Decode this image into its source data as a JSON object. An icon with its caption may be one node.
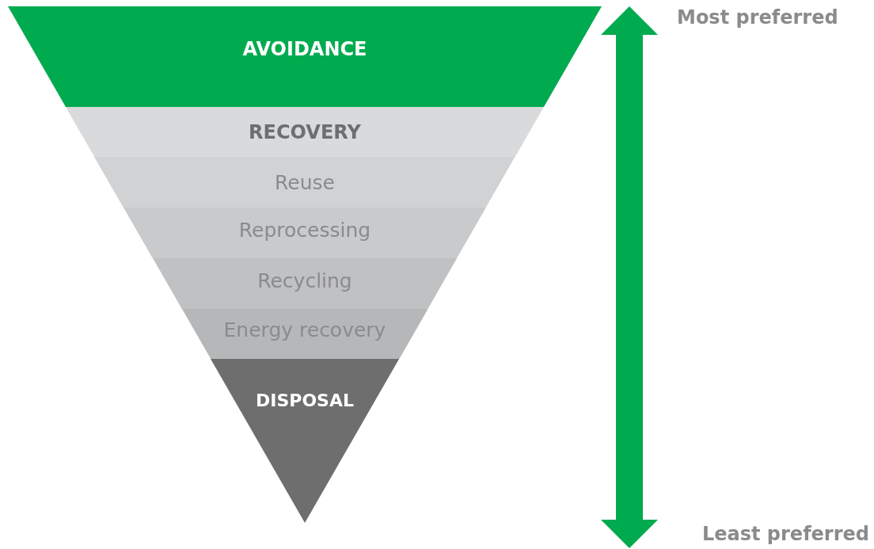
{
  "diagram": {
    "nodes": [
      {
        "text": [
          "AVOIDANCE"
        ]
      },
      {
        "text": [
          "RECOVERY"
        ]
      },
      {
        "text": [
          "Reuse"
        ]
      },
      {
        "text": [
          "Reprocessing"
        ]
      },
      {
        "text": [
          "Recycling"
        ]
      },
      {
        "text": [
          "Energy recovery"
        ]
      },
      {
        "text": [
          "DISPOSAL"
        ]
      }
    ],
    "edges": [],
    "labels": [
      "Most preferred",
      "Least preferred"
    ]
  }
}
